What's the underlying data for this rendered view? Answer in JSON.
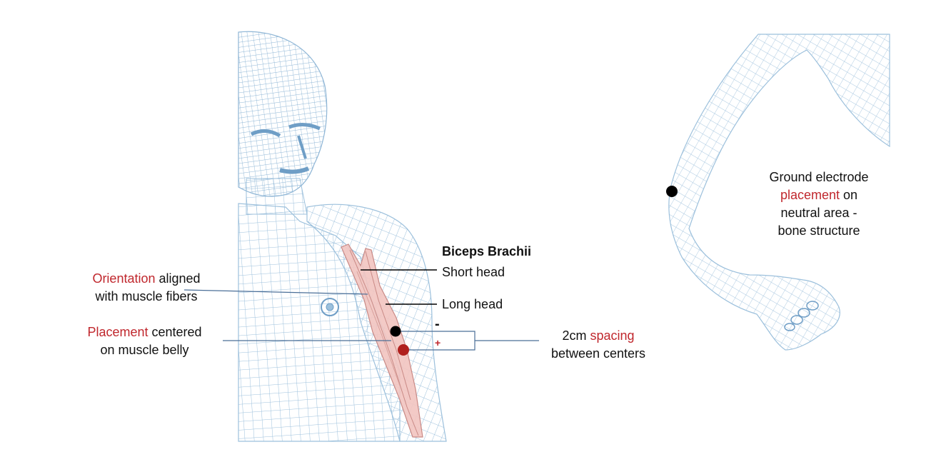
{
  "colors": {
    "mesh": "#9cc0dc",
    "mesh_dark": "#6f9ec6",
    "muscle_fill": "#f2c4c0",
    "muscle_stroke": "#c98a86",
    "leader": "#4b6f98",
    "highlight": "#c0272d",
    "electrode_black": "#000000",
    "electrode_red": "#b0201e"
  },
  "labels": {
    "muscle_title": "Biceps Brachii",
    "short_head": "Short head",
    "long_head": "Long head",
    "orientation": {
      "highlight": "Orientation",
      "rest1": " aligned",
      "line2": "with muscle fibers"
    },
    "placement": {
      "highlight": "Placement",
      "rest1": " centered",
      "line2": "on muscle belly"
    },
    "spacing": {
      "line1_start": "2cm ",
      "highlight": "spacing",
      "line2": "between centers"
    },
    "ground": {
      "line1": "Ground electrode",
      "highlight": "placement",
      "rest2": " on",
      "line3": "neutral area -",
      "line4": "bone structure"
    },
    "minus": "-",
    "plus": "+"
  },
  "electrodes": [
    {
      "name": "negative",
      "color": "black"
    },
    {
      "name": "positive",
      "color": "red"
    },
    {
      "name": "ground",
      "color": "black"
    }
  ]
}
